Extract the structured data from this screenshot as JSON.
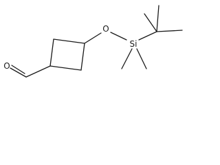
{
  "molecule": {
    "atoms": {
      "aldehyde_oxygen": "O",
      "ether_oxygen": "O",
      "silicon": "Si"
    }
  }
}
